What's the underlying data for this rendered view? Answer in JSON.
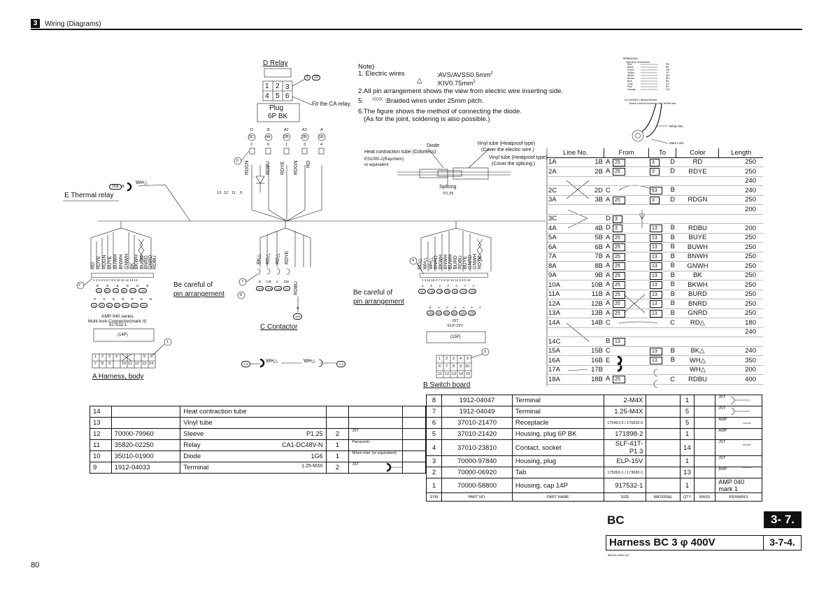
{
  "header": {
    "section_number": "3",
    "section_title": "Wiring (Diagrams)"
  },
  "relay": {
    "label": "D Relay",
    "grid": [
      "1",
      "2",
      "3",
      "4",
      "5",
      "6"
    ],
    "plug": "Plug",
    "plug_spec": "6P BK",
    "fit_note": "Fit the CA relay.",
    "pin_refs": [
      "5",
      "10"
    ],
    "wire_colors": [
      "RDGN",
      "RDBU",
      "RDYE",
      "RDGN",
      "RD"
    ],
    "pin_tops": [
      "D",
      "B",
      "A2",
      "A3",
      "A"
    ],
    "pin_circles": [
      "3C",
      "4A",
      "2B",
      "2B",
      "1B"
    ],
    "pin_nums": [
      "2",
      "6",
      "1",
      "3",
      "4"
    ],
    "marker_6": "6",
    "bundle_refs": [
      "13",
      "12",
      "11",
      "9"
    ]
  },
  "notes": {
    "title": "Note)",
    "n1": "1.  Electric wires",
    "n1a": ":AVS/AVSS0.5mm",
    "n1a_sup": "2",
    "n1b": ":KIV0.75mm",
    "n1b_sup": "2",
    "n2": "2.All pin arrangement shows the view from electric wire inserting side.",
    "n5": ":Braided wires under 25mm pitch.",
    "n5_num": "5.",
    "n6a": "6.The figure shows the method of connecting the diode.",
    "n6b": "(As for the joint, soldering is also possible.)"
  },
  "diode_detail": {
    "diode": "Diode",
    "vinyl1": "Vinyl tube (Heatproof type)",
    "vinyl1b": "(Cover the electric wire.)",
    "heat": "Heat contraction tube (Colorless)",
    "es": "ES1000-2(Raychem)",
    "es2": "or equivalent",
    "vinyl2": "Vinyl tube (Heatproof type)",
    "vinyl2b": "(Cover the splicing.)",
    "splicing": "Splicing",
    "p125": "P1.25"
  },
  "reference": {
    "title": "Reference:",
    "sub": "Harness mark/color",
    "rows": [
      "Red",
      "Black",
      "Green",
      "Yellow",
      "White",
      "Brown",
      "Blue",
      "Gray",
      "Pink",
      "Orange"
    ],
    "codes": [
      "RD",
      "BK",
      "GN",
      "YE",
      "WH",
      "BN",
      "BU",
      "GY",
      "PK",
      "OG"
    ],
    "ex1": "Ex) BKWH (=Black/White)",
    "ex2": "Black colored harness with White line.",
    "white_line": "White line",
    "mark_color": "Mark color"
  },
  "thermal": {
    "label": "E Thermal relay",
    "ref": "15A",
    "ref2": "B",
    "wh": "WH△"
  },
  "harness_body": {
    "label": "A Harness, body",
    "colors": [
      "RD",
      "RDYE",
      "RDGN",
      "BUYE",
      "BUWH",
      "BNWH",
      "GNWH",
      "BK",
      "BKWH",
      "BURD",
      "BNRD",
      "GNRD",
      "RDBU"
    ],
    "pin_nums": "1  2  3  4  5  6  7  8  9  10  11  12  13  14",
    "careful1": "Be careful of",
    "careful2": "pin arrangement",
    "amp1": "AMP 040 series",
    "amp2": "Multi lock-Connector(mark II)",
    "amp3": "917532-1",
    "conn": "(14P)",
    "grid_top": [
      "1",
      "2",
      "3",
      "4",
      "",
      "",
      "5",
      "6"
    ],
    "grid_bot": [
      "7",
      "8",
      "9",
      "",
      "10",
      "11",
      "12",
      "13",
      "14"
    ],
    "marker_2": "2",
    "marker_1": "1",
    "circles_row1": [
      "2A",
      "5A",
      "7A",
      "9A",
      "11A",
      "13A"
    ],
    "circles_row2": [
      "1A",
      "3A",
      "6A",
      "8A",
      "10A",
      "12A",
      "18A"
    ],
    "letters1": [
      "B",
      "B",
      "B",
      "B",
      "B",
      "B"
    ],
    "letters2": [
      "D",
      "D",
      "B",
      "B",
      "B",
      "B",
      "B"
    ]
  },
  "contactor": {
    "label": "C Contactor",
    "colors": [
      "BK△",
      "RD△",
      "RD△",
      "RDYE",
      "RDBU"
    ],
    "marker_7": "7",
    "marker_8": "8",
    "circles": [
      "15A",
      "14B",
      "14A",
      "2C"
    ],
    "letters": [
      "B",
      "C/B",
      "C",
      "D/B"
    ],
    "a_ref": "A",
    "a_circle": "18B",
    "wh_left": "WH△",
    "wh_right": "WH△",
    "ref_left": "17B",
    "ref_right": "17A"
  },
  "switch_board": {
    "label": "B Switch board",
    "colors": [
      "RD△",
      "WH△",
      "WH△",
      "BNRD",
      "BKWH",
      "BNWH",
      "BUWH",
      "BURD",
      "RDBU",
      "BUYE",
      "GNRD",
      "GNWH",
      "RDYE"
    ],
    "pin_nums": "1  3  11  15  2  7  4  9  12  13  14  3  5  6  10",
    "careful1": "Be careful of",
    "careful2": "pin arrangement",
    "marker_4": "4",
    "marker_3": "3",
    "circles_row1": [
      "14C",
      "16B",
      "7B",
      "9B",
      "4B",
      "11B",
      "13B"
    ],
    "circles_row2": [
      "15B",
      "8B",
      "6B",
      "5B",
      "10B",
      "12B"
    ],
    "letters1": [
      "C",
      "E",
      "A",
      "A",
      "C",
      "A",
      "A"
    ],
    "letters2": [
      "E",
      "A",
      "A",
      "A",
      "A",
      "A",
      "A"
    ],
    "jst": "JST",
    "elp": "ELP-15V",
    "conn": "(15P)",
    "grid": [
      [
        "1",
        "2",
        "3",
        "4",
        "5"
      ],
      [
        "6",
        "7",
        "8",
        "9",
        "10"
      ],
      [
        "11",
        "12",
        "13",
        "14",
        "15"
      ]
    ]
  },
  "wire_table": {
    "headers": [
      "Line No.",
      "From",
      "To",
      "Color",
      "Length"
    ],
    "rows": [
      {
        "a": "1A",
        "b": "1B",
        "f": "A",
        "fv": "25",
        "t": "3",
        "td": "D",
        "c": "RD",
        "l": "250"
      },
      {
        "a": "2A",
        "b": "2B",
        "f": "A",
        "fv": "25",
        "t": "3",
        "td": "D",
        "c": "RDYE",
        "l": "250"
      },
      {
        "a": "",
        "b": "",
        "f": "",
        "fv": "",
        "t": "",
        "td": "",
        "c": "",
        "l": "240"
      },
      {
        "a": "2C",
        "b": "2D",
        "f": "C",
        "fv": "",
        "t": "13",
        "td": "B",
        "c": "",
        "l": "240"
      },
      {
        "a": "3A",
        "b": "3B",
        "f": "A",
        "fv": "25",
        "t": "3",
        "td": "D",
        "c": "RDGN",
        "l": "250"
      },
      {
        "a": "",
        "b": "",
        "f": "",
        "fv": "",
        "t": "",
        "td": "",
        "c": "",
        "l": "200"
      },
      {
        "a": "3C",
        "b": "",
        "f": "D",
        "fv": "3",
        "t": "",
        "td": "",
        "c": "",
        "l": ""
      },
      {
        "a": "4A",
        "b": "4B",
        "f": "D",
        "fv": "3",
        "t": "13",
        "td": "B",
        "c": "RDBU",
        "l": "200"
      },
      {
        "a": "5A",
        "b": "5B",
        "f": "A",
        "fv": "25",
        "t": "13",
        "td": "B",
        "c": "BUYE",
        "l": "250"
      },
      {
        "a": "6A",
        "b": "6B",
        "f": "A",
        "fv": "25",
        "t": "13",
        "td": "B",
        "c": "BUWH",
        "l": "250"
      },
      {
        "a": "7A",
        "b": "7B",
        "f": "A",
        "fv": "25",
        "t": "13",
        "td": "B",
        "c": "BNWH",
        "l": "250"
      },
      {
        "a": "8A",
        "b": "8B",
        "f": "A",
        "fv": "25",
        "t": "13",
        "td": "B",
        "c": "GNWH",
        "l": "250"
      },
      {
        "a": "9A",
        "b": "9B",
        "f": "A",
        "fv": "25",
        "t": "13",
        "td": "B",
        "c": "BK",
        "l": "250"
      },
      {
        "a": "10A",
        "b": "10B",
        "f": "A",
        "fv": "25",
        "t": "13",
        "td": "B",
        "c": "BKWH",
        "l": "250"
      },
      {
        "a": "11A",
        "b": "11B",
        "f": "A",
        "fv": "25",
        "t": "13",
        "td": "B",
        "c": "BURD",
        "l": "250"
      },
      {
        "a": "12A",
        "b": "12B",
        "f": "A",
        "fv": "25",
        "t": "13",
        "td": "B",
        "c": "BNRD",
        "l": "250"
      },
      {
        "a": "13A",
        "b": "13B",
        "f": "A",
        "fv": "25",
        "t": "13",
        "td": "B",
        "c": "GNRD",
        "l": "250"
      },
      {
        "a": "14A",
        "b": "14B",
        "f": "C",
        "fv": "",
        "t": "",
        "td": "C",
        "c": "RD△",
        "l": "180"
      },
      {
        "a": "",
        "b": "",
        "f": "",
        "fv": "",
        "t": "",
        "td": "",
        "c": "",
        "l": "240"
      },
      {
        "a": "14C",
        "b": "",
        "f": "B",
        "fv": "13",
        "t": "",
        "td": "",
        "c": "",
        "l": ""
      },
      {
        "a": "15A",
        "b": "15B",
        "f": "C",
        "fv": "",
        "t": "13",
        "td": "B",
        "c": "BK△",
        "l": "240"
      },
      {
        "a": "16A",
        "b": "16B",
        "f": "E",
        "fv": "",
        "t": "13",
        "td": "B",
        "c": "WH△",
        "l": "350"
      },
      {
        "a": "17A",
        "b": "17B",
        "f": "",
        "fv": "",
        "t": "",
        "td": "",
        "c": "WH△",
        "l": "200"
      },
      {
        "a": "18A",
        "b": "18B",
        "f": "A",
        "fv": "25",
        "t": "",
        "td": "C",
        "c": "RDBU",
        "l": "400"
      }
    ]
  },
  "parts_left": [
    {
      "sym": "14",
      "part": "",
      "name": "Heat contraction tube",
      "size": "",
      "mat": "",
      "qty": ""
    },
    {
      "sym": "13",
      "part": "",
      "name": "Vinyl tube",
      "size": "",
      "mat": "",
      "qty": ""
    },
    {
      "sym": "12",
      "part": "70000-79960",
      "name": "Sleeve",
      "size": "P1.25",
      "mat": "JST",
      "qty": "2"
    },
    {
      "sym": "11",
      "part": "35820-02250",
      "name": "Relay",
      "size": "CA1-DC48V-N",
      "mat": "Panasonic",
      "qty": "1"
    },
    {
      "sym": "10",
      "part": "35010-01900",
      "name": "Diode",
      "size": "1G6",
      "mat": "Nihon inter (or equivalent)",
      "qty": "1"
    },
    {
      "sym": "9",
      "part": "1912-04033",
      "name": "Terminal",
      "size": "1.25-M3X",
      "mat": "JST",
      "qty": "2"
    }
  ],
  "parts_right": [
    {
      "sym": "8",
      "part": "1912-04047",
      "name": "Terminal",
      "size": "2-M4X",
      "mat": "",
      "qty": "1",
      "rem": "JST"
    },
    {
      "sym": "7",
      "part": "1912-04049",
      "name": "Terminal",
      "size": "1.25-M4X",
      "mat": "",
      "qty": "5",
      "rem": "JST"
    },
    {
      "sym": "6",
      "part": "37010-21470",
      "name": "Receptacle",
      "size": "170461-5 / 170032-5",
      "mat": "",
      "qty": "5",
      "rem": "AMP"
    },
    {
      "sym": "5",
      "part": "37010-21420",
      "name": "Housing, plug 6P BK",
      "size": "171898-2",
      "mat": "",
      "qty": "1",
      "rem": "AMP"
    },
    {
      "sym": "4",
      "part": "37010-23810",
      "name": "Contact, socket",
      "size": "SLF-41T-P1.3",
      "mat": "",
      "qty": "14",
      "rem": "JST"
    },
    {
      "sym": "3",
      "part": "70000-97840",
      "name": "Housing, plug",
      "size": "ELP-15V",
      "mat": "",
      "qty": "1",
      "rem": "JST"
    },
    {
      "sym": "2",
      "part": "70000-06920",
      "name": "Tab",
      "size": "175063-1 / 173682-1",
      "mat": "",
      "qty": "13",
      "rem": "AMP"
    },
    {
      "sym": "1",
      "part": "70000-58800",
      "name": "Housing, cap 14P",
      "size": "917532-1",
      "mat": "",
      "qty": "1",
      "rem": "AMP 040 mark 1"
    }
  ],
  "parts_header": [
    "SYM",
    "PART NO.",
    "PART NAME",
    "SIZE",
    "MATERIAL",
    "QTY",
    "MASS",
    "REMARKS"
  ],
  "remark_refs": {
    "r6": "3",
    "r4": "13",
    "r2": "25"
  },
  "title_block": {
    "name": "BC",
    "code": "3- 7.",
    "harness": "Harness BC 3 φ 400V",
    "code2": "3-7-4.",
    "small": "BK000-00022-3C"
  },
  "page_number": "80",
  "colors": {
    "ink": "#111111",
    "paper": "#ffffff"
  }
}
